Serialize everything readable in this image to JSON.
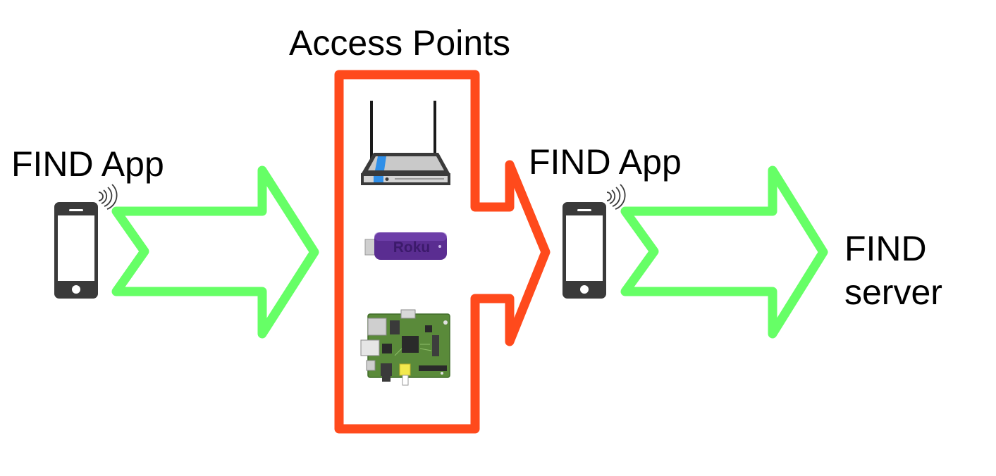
{
  "labels": {
    "access_points": "Access Points",
    "find_app_left": "FIND App",
    "find_app_right": "FIND App",
    "find_server_line1": "FIND",
    "find_server_line2": "server",
    "roku_logo": "Roku"
  },
  "colors": {
    "arrow_green": "#66ff66",
    "access_point_outline": "#ff4a1c",
    "phone_body": "#3a3a3a",
    "roku_purple": "#5a2d91",
    "pcb_green": "#5a8a3a"
  },
  "devices": [
    "wifi-router",
    "roku-stick",
    "raspberry-pi-board"
  ]
}
